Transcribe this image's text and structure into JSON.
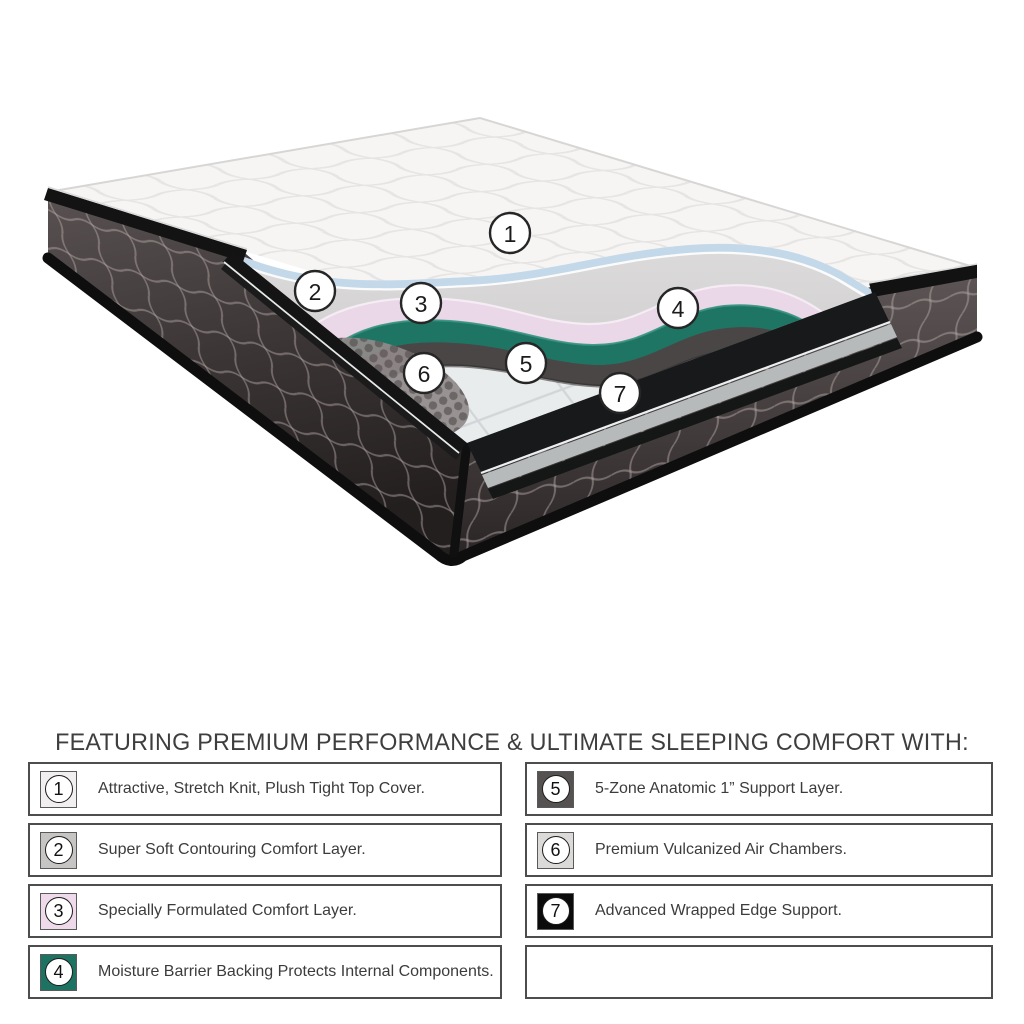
{
  "title": "FEATURING PREMIUM PERFORMANCE & ULTIMATE SLEEPING COMFORT WITH:",
  "diagram": {
    "callouts": [
      {
        "num": "1"
      },
      {
        "num": "2"
      },
      {
        "num": "3"
      },
      {
        "num": "4"
      },
      {
        "num": "5"
      },
      {
        "num": "6"
      },
      {
        "num": "7"
      }
    ],
    "colors": {
      "cover_trim": "#c3d8e8",
      "comfort_gray": "#cfcdcd",
      "comfort_pink": "#ead7e7",
      "moisture_green": "#1f7563",
      "support_dark": "#4a4646",
      "chamber_floor": "#e9eced",
      "edge_black": "#17191a",
      "side_fabric": "#3c3636"
    }
  },
  "legend": {
    "items": [
      {
        "num": "1",
        "label": "Attractive, Stretch Knit, Plush Tight Top Cover.",
        "color": "#f1efef"
      },
      {
        "num": "2",
        "label": "Super Soft Contouring Comfort Layer.",
        "color": "#c7c4c4"
      },
      {
        "num": "3",
        "label": "Specially Formulated Comfort Layer.",
        "color": "#eedaeb"
      },
      {
        "num": "4",
        "label": "Moisture Barrier Backing Protects Internal Components.",
        "color": "#1e7261"
      },
      {
        "num": "5",
        "label": "5-Zone Anatomic 1” Support Layer.",
        "color": "#565252"
      },
      {
        "num": "6",
        "label": "Premium Vulcanized Air Chambers.",
        "color": "#dcd9d9"
      },
      {
        "num": "7",
        "label": "Advanced Wrapped Edge Support.",
        "color": "#0b0b0b"
      }
    ]
  }
}
